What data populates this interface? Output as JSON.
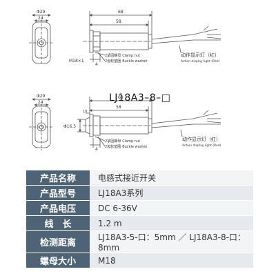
{
  "diagram": {
    "top": {
      "face_dims": [
        "Φ29",
        "24"
      ],
      "thread_label": "M18×1",
      "body_length": "68",
      "thread_length": "58",
      "length_small": "4",
      "part_labels": [
        {
          "num": "2",
          "cn": "紧固螺母",
          "en": "Clamp nut"
        },
        {
          "num": "2",
          "cn": "齿轮垫圈",
          "en": "Buckle washer"
        }
      ],
      "led_cn": "动作显示灯（红）",
      "led_en": "Action display light (Red)"
    },
    "model_title": "LJ18A3–8–□",
    "bottom": {
      "face_dims": [
        "Φ29",
        "24"
      ],
      "diameter_label": "Φ16.5",
      "dim_10": "10",
      "body_length": "68",
      "thread_length": "58",
      "length_small": "4",
      "part_labels": [
        {
          "num": "2",
          "cn": "紧固螺母",
          "en": "Clamp nut"
        },
        {
          "num": "2",
          "cn": "齿轮垫圈",
          "en": "Buckle washer"
        }
      ],
      "led_cn": "动作显示灯（红）",
      "led_en": "Action display light (Red)"
    }
  },
  "specs": [
    {
      "label": "产品名称",
      "value": "电感式接近开关"
    },
    {
      "label": "产品型号",
      "value": "LJ18A3系列"
    },
    {
      "label": "产品电压",
      "value": "DC 6-36V"
    },
    {
      "label": "线　长",
      "value": "1.2 m"
    },
    {
      "label": "检测距离",
      "value": "LJ18A3-5-口：5mm ／ LJ18A3-8-口：8mm"
    },
    {
      "label": "螺母大小",
      "value": "M18"
    }
  ],
  "colors": {
    "label_bg": "#4e6476",
    "line": "#555555"
  }
}
